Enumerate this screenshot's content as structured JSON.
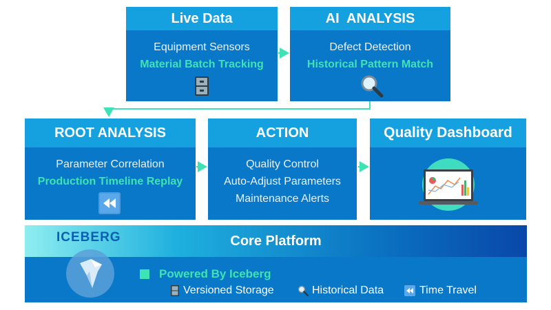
{
  "boxes": {
    "live": {
      "title": "Live Data",
      "line1": "Equipment Sensors",
      "line2": "Material Batch Tracking",
      "icon": "file-cabinet-icon"
    },
    "ai": {
      "title": "AI  ANALYSIS",
      "line1": "Defect Detection",
      "line2": "Historical Pattern Match",
      "icon": "magnifier-icon"
    },
    "root": {
      "title": "ROOT ANALYSIS",
      "line1": "Parameter Correlation",
      "line2": "Production Timeline Replay",
      "icon": "rewind-icon"
    },
    "action": {
      "title": "ACTION",
      "line1": "Quality Control",
      "line2": "Auto-Adjust Parameters",
      "line3": "Maintenance Alerts"
    },
    "dashboard": {
      "title": "Quality Dashboard",
      "icon": "laptop-dashboard-icon"
    }
  },
  "core": {
    "brand": "ICEBERG",
    "title": "Core Platform",
    "powered": "Powered By Iceberg",
    "features": [
      {
        "icon": "file-cabinet-icon",
        "label": "Versioned Storage"
      },
      {
        "icon": "magnifier-icon",
        "label": "Historical Data"
      },
      {
        "icon": "rewind-icon",
        "label": "Time Travel"
      }
    ]
  },
  "colors": {
    "box": "#0a78c8",
    "header": "#15a0e0",
    "highlight": "#3de3b4",
    "arrow": "#3de3b4"
  }
}
